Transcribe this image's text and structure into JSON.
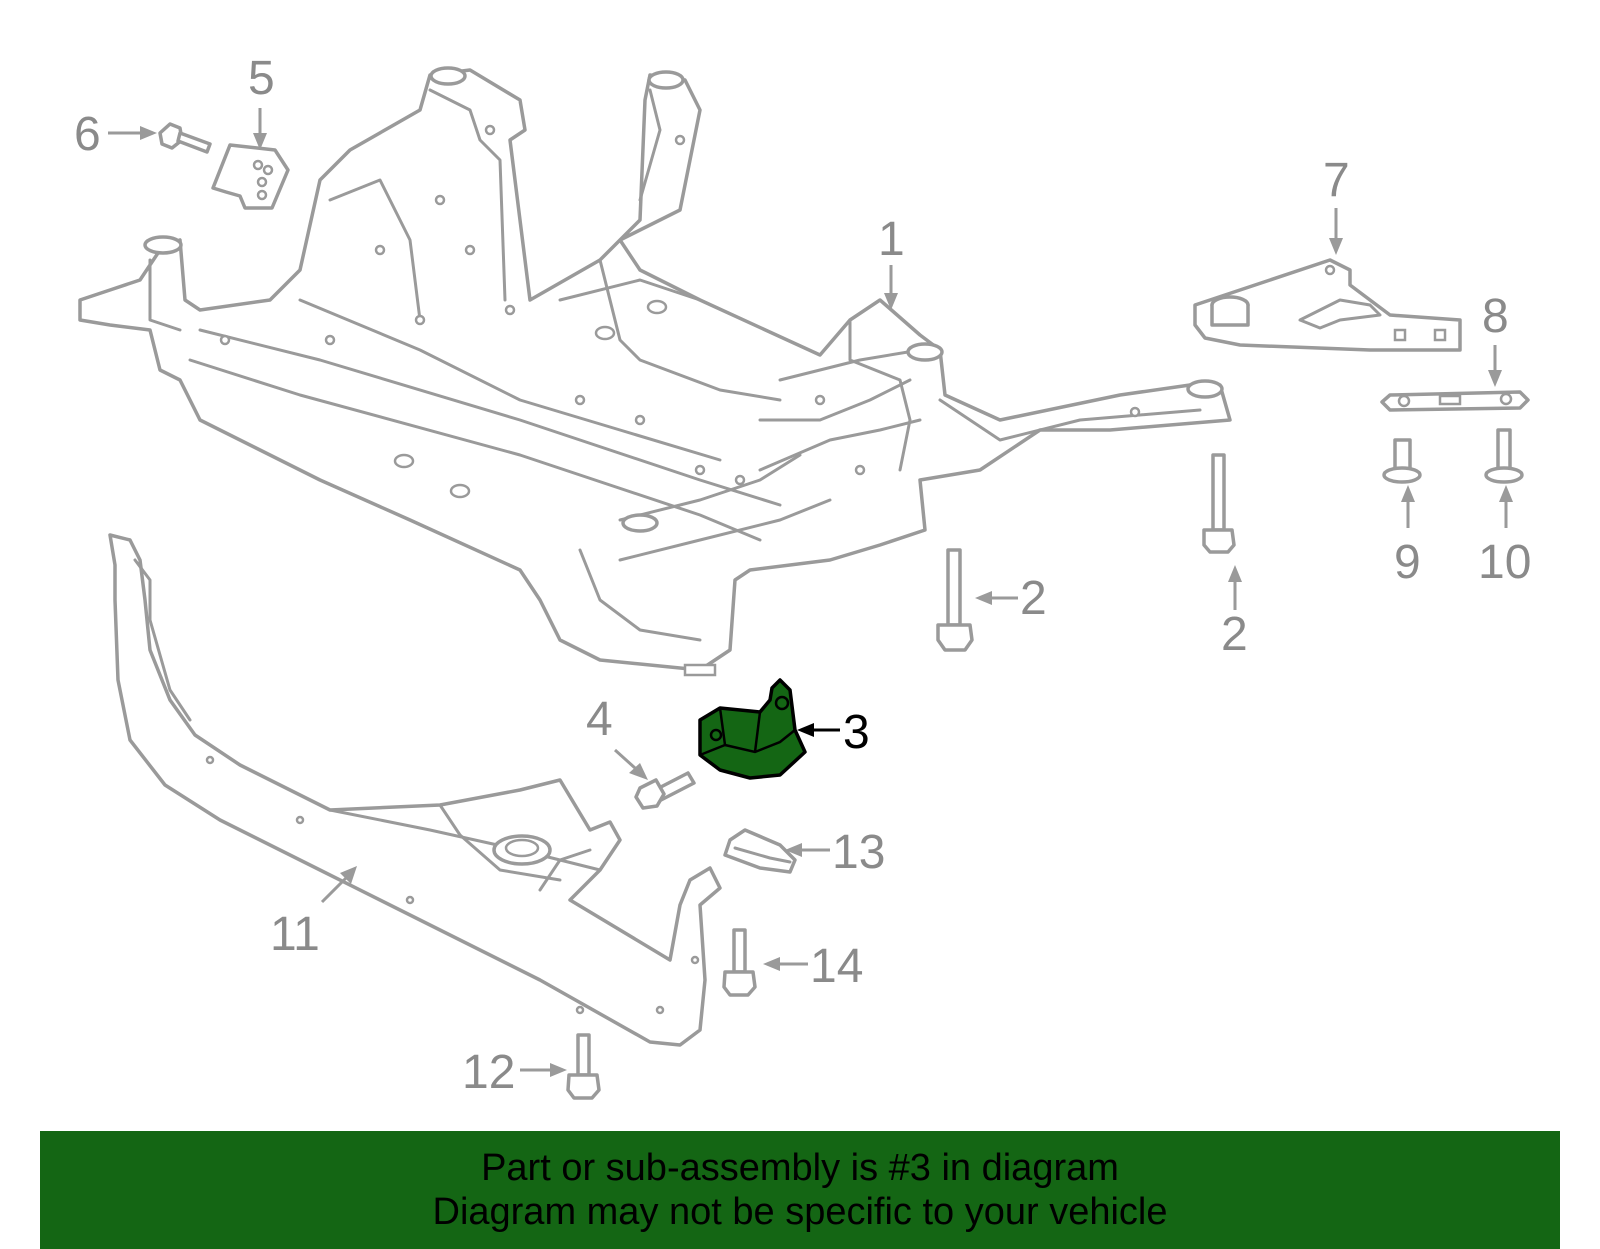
{
  "diagram": {
    "callouts": {
      "c1": "1",
      "c2a": "2",
      "c2b": "2",
      "c3": "3",
      "c4": "4",
      "c5": "5",
      "c6": "6",
      "c7": "7",
      "c8": "8",
      "c9": "9",
      "c10": "10",
      "c11": "11",
      "c12": "12",
      "c13": "13",
      "c14": "14"
    },
    "highlighted_part": "3",
    "highlight_color": "#146614",
    "line_color": "#9a9a9a"
  },
  "banner": {
    "line1": "Part or sub-assembly is #3 in diagram",
    "line2": "Diagram may not be specific to your vehicle",
    "background": "#146614"
  }
}
